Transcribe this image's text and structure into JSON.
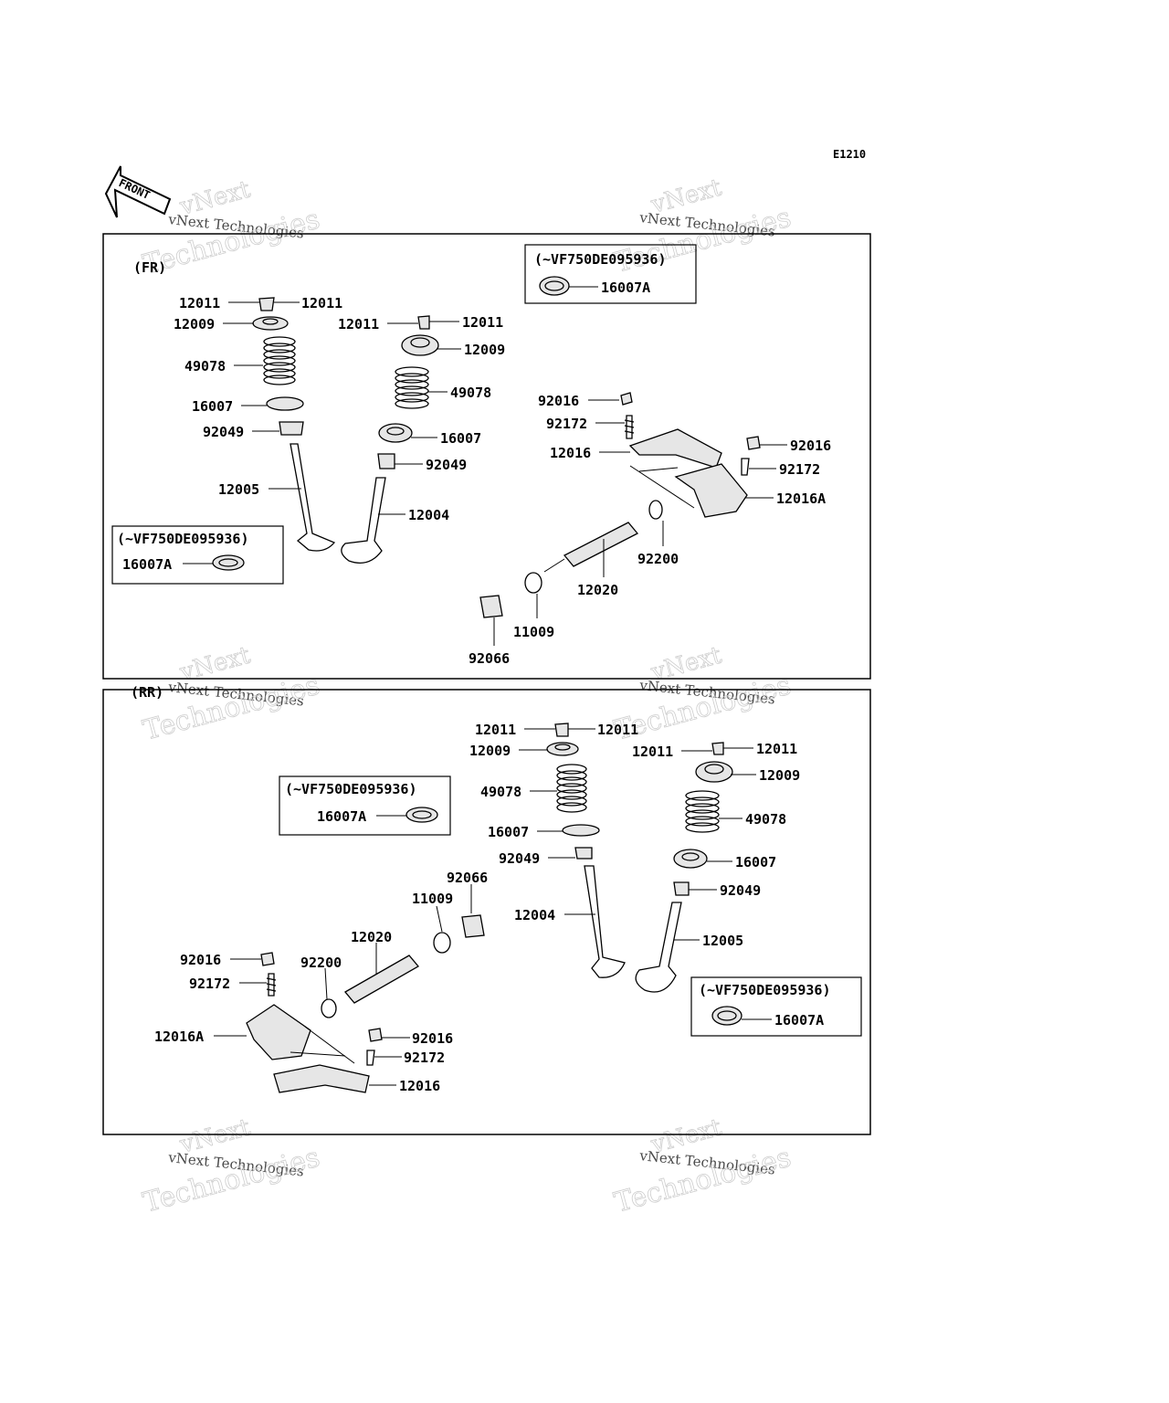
{
  "diagram_code": "E1210",
  "front_arrow": "FRONT",
  "watermark": {
    "line1": "vNext Technologies",
    "line2": "vNext",
    "line3": "Technologies"
  },
  "panel_fr": {
    "title": "(FR)",
    "note_box_a": {
      "note": "(~VF750DE095936)",
      "part": "16007A"
    },
    "note_box_b": {
      "note": "(~VF750DE095936)",
      "part": "16007A"
    },
    "labels": {
      "p12011_l1": "12011",
      "p12011_r1": "12011",
      "p12009_1": "12009",
      "p49078_1": "49078",
      "p16007_1": "16007",
      "p92049_1": "92049",
      "p12005": "12005",
      "p12011_l2": "12011",
      "p12011_r2": "12011",
      "p12009_2": "12009",
      "p49078_2": "49078",
      "p16007_2": "16007",
      "p92049_2": "92049",
      "p12004": "12004",
      "p92016_a": "92016",
      "p92172_a": "92172",
      "p12016": "12016",
      "p92016_b": "92016",
      "p92172_b": "92172",
      "p12016a": "12016A",
      "p92200": "92200",
      "p12020": "12020",
      "p11009": "11009",
      "p92066": "92066"
    }
  },
  "panel_rr": {
    "title": "(RR)",
    "note_box_a": {
      "note": "(~VF750DE095936)",
      "part": "16007A"
    },
    "note_box_b": {
      "note": "(~VF750DE095936)",
      "part": "16007A"
    },
    "labels": {
      "p12011_l1": "12011",
      "p12011_r1": "12011",
      "p12009_1": "12009",
      "p49078_1": "49078",
      "p16007_1": "16007",
      "p92049_1": "92049",
      "p12004": "12004",
      "p12011_l2": "12011",
      "p12011_r2": "12011",
      "p12009_2": "12009",
      "p49078_2": "49078",
      "p16007_2": "16007",
      "p92049_2": "92049",
      "p12005": "12005",
      "p92066": "92066",
      "p11009": "11009",
      "p12020": "12020",
      "p92200": "92200",
      "p92016_a": "92016",
      "p92172_a": "92172",
      "p12016a": "12016A",
      "p92016_b": "92016",
      "p92172_b": "92172",
      "p12016": "12016"
    }
  }
}
